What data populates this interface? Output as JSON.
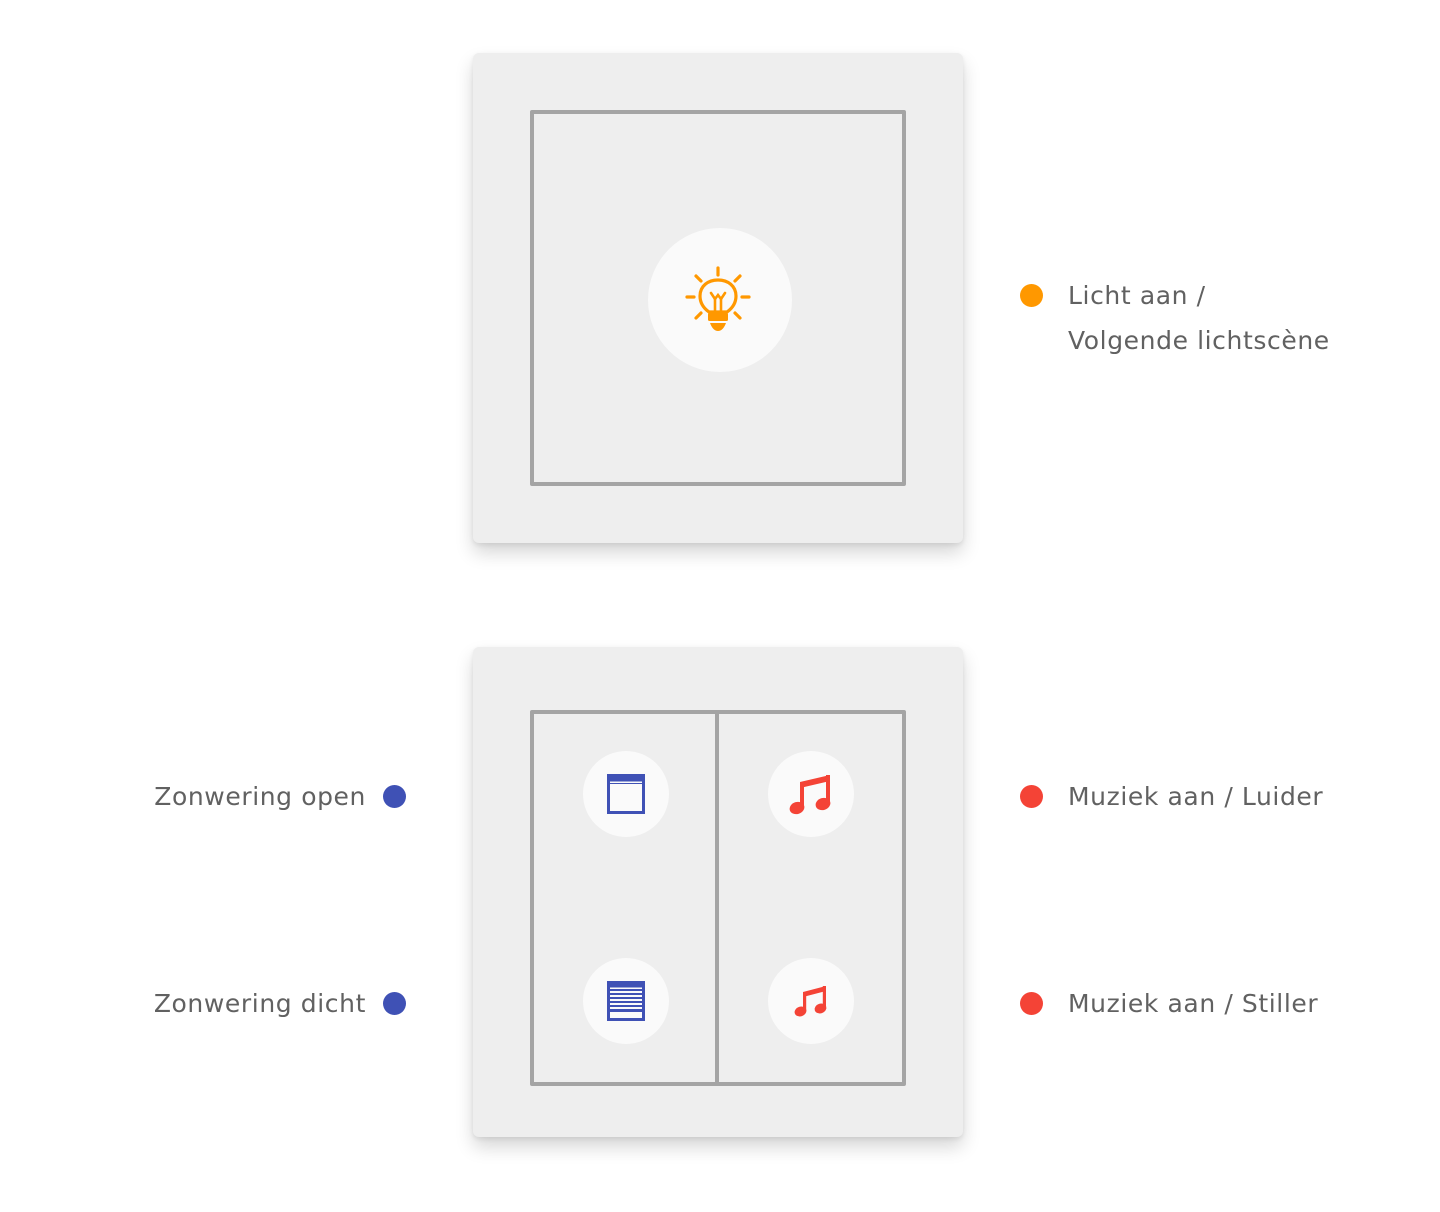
{
  "colors": {
    "light": "#ff9800",
    "shade": "#3f51b5",
    "music": "#f44336",
    "text": "#616161",
    "plate": "#eeeeee",
    "rocker_border": "#a4a4a4"
  },
  "switch_single": {
    "icon": "lightbulb-icon"
  },
  "switch_double": {
    "left_upper_icon": "blind-open-icon",
    "left_lower_icon": "blind-closed-icon",
    "right_upper_icon": "music-note-icon",
    "right_lower_icon": "music-note-small-icon"
  },
  "legends": {
    "light": {
      "line1": "Licht aan /",
      "line2": "Volgende lichtscène"
    },
    "shade_open": "Zonwering open",
    "shade_close": "Zonwering dicht",
    "music_up": "Muziek aan / Luider",
    "music_down": "Muziek aan / Stiller"
  }
}
